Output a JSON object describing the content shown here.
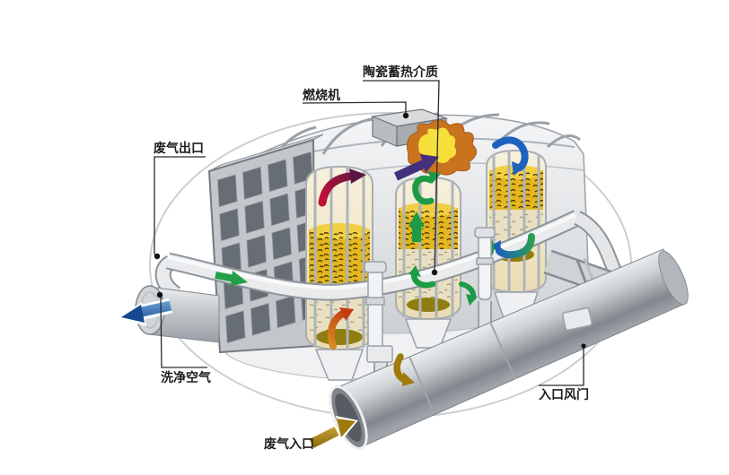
{
  "diagram_type": "RTO regenerative thermal oxidizer cutaway schematic",
  "labels": {
    "ceramic_media": "陶瓷蓄热介质",
    "burner": "燃烧机",
    "exhaust_outlet": "废气出口",
    "clean_air": "洗净空气",
    "inlet_damper": "入口风门",
    "exhaust_inlet": "废气入口"
  },
  "colors": {
    "background": "#ffffff",
    "machine_gray": "#c9cdd1",
    "lattice_dark": "#676d74",
    "media_gold": "#e4b61f",
    "media_tan": "#e9e0c4",
    "media_pool_olive": "#8f7d12",
    "flame_core": "#f7e03c",
    "flame_outer": "#c9731f",
    "arrow_purple": "#453080",
    "arrow_maroon": "#9c1838",
    "arrow_green": "#1c9c45",
    "arrow_teal_blue": "#1d5fc0",
    "arrow_blue": "#1e62c0",
    "arrow_orange": "#c55f1d",
    "arrow_gold": "#a07a0a",
    "leader_line": "#2a2a2a"
  },
  "arrow_icons": {
    "clean_air_out_arrow": "blue left arrow leaving outlet pipe",
    "duct_flow_arrow": "green arrow on front duct",
    "waste_gas_in_arrow": "gold arrow entering inlet manifold",
    "combustion_arrow": "purple arrow toward flame",
    "chamber_up_arrows": "maroon / green / orange rising arrows",
    "chamber_down_arrows": "blue / teal descending arrows"
  }
}
